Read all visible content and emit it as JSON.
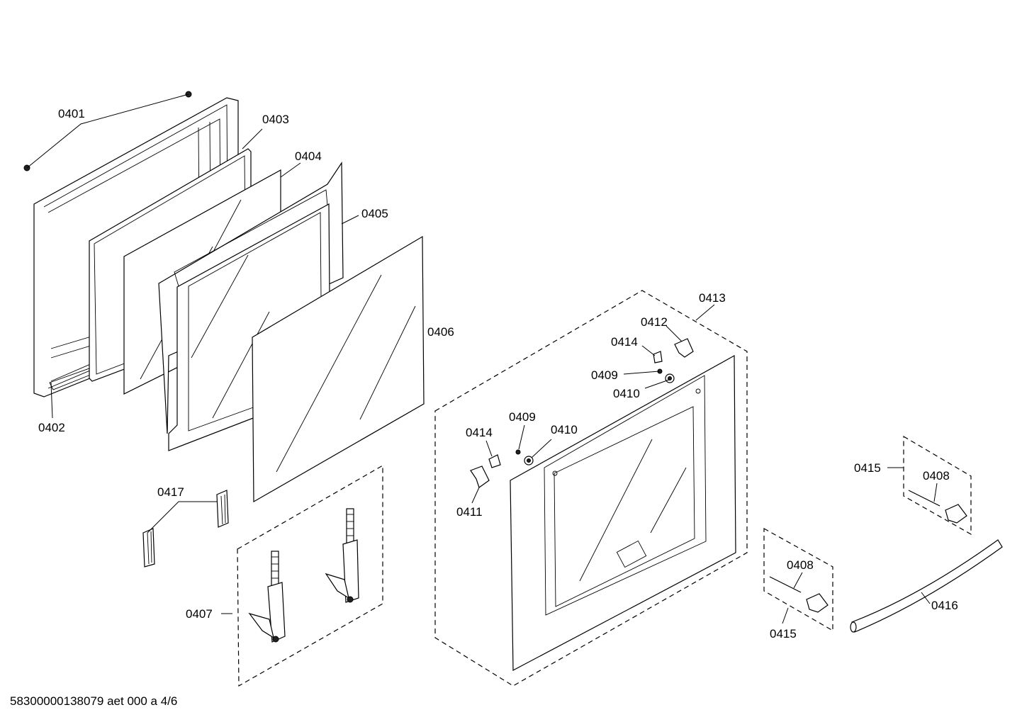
{
  "diagram": {
    "labels": {
      "l0401": "0401",
      "l0402": "0402",
      "l0403": "0403",
      "l0404": "0404",
      "l0405": "0405",
      "l0406": "0406",
      "l0407": "0407",
      "l0408a": "0408",
      "l0408b": "0408",
      "l0409a": "0409",
      "l0409b": "0409",
      "l0410a": "0410",
      "l0410b": "0410",
      "l0411": "0411",
      "l0412": "0412",
      "l0413": "0413",
      "l0414a": "0414",
      "l0414b": "0414",
      "l0415a": "0415",
      "l0415b": "0415",
      "l0416": "0416",
      "l0417": "0417"
    },
    "footer": "58300000138079 aet 000 a 4/6"
  }
}
